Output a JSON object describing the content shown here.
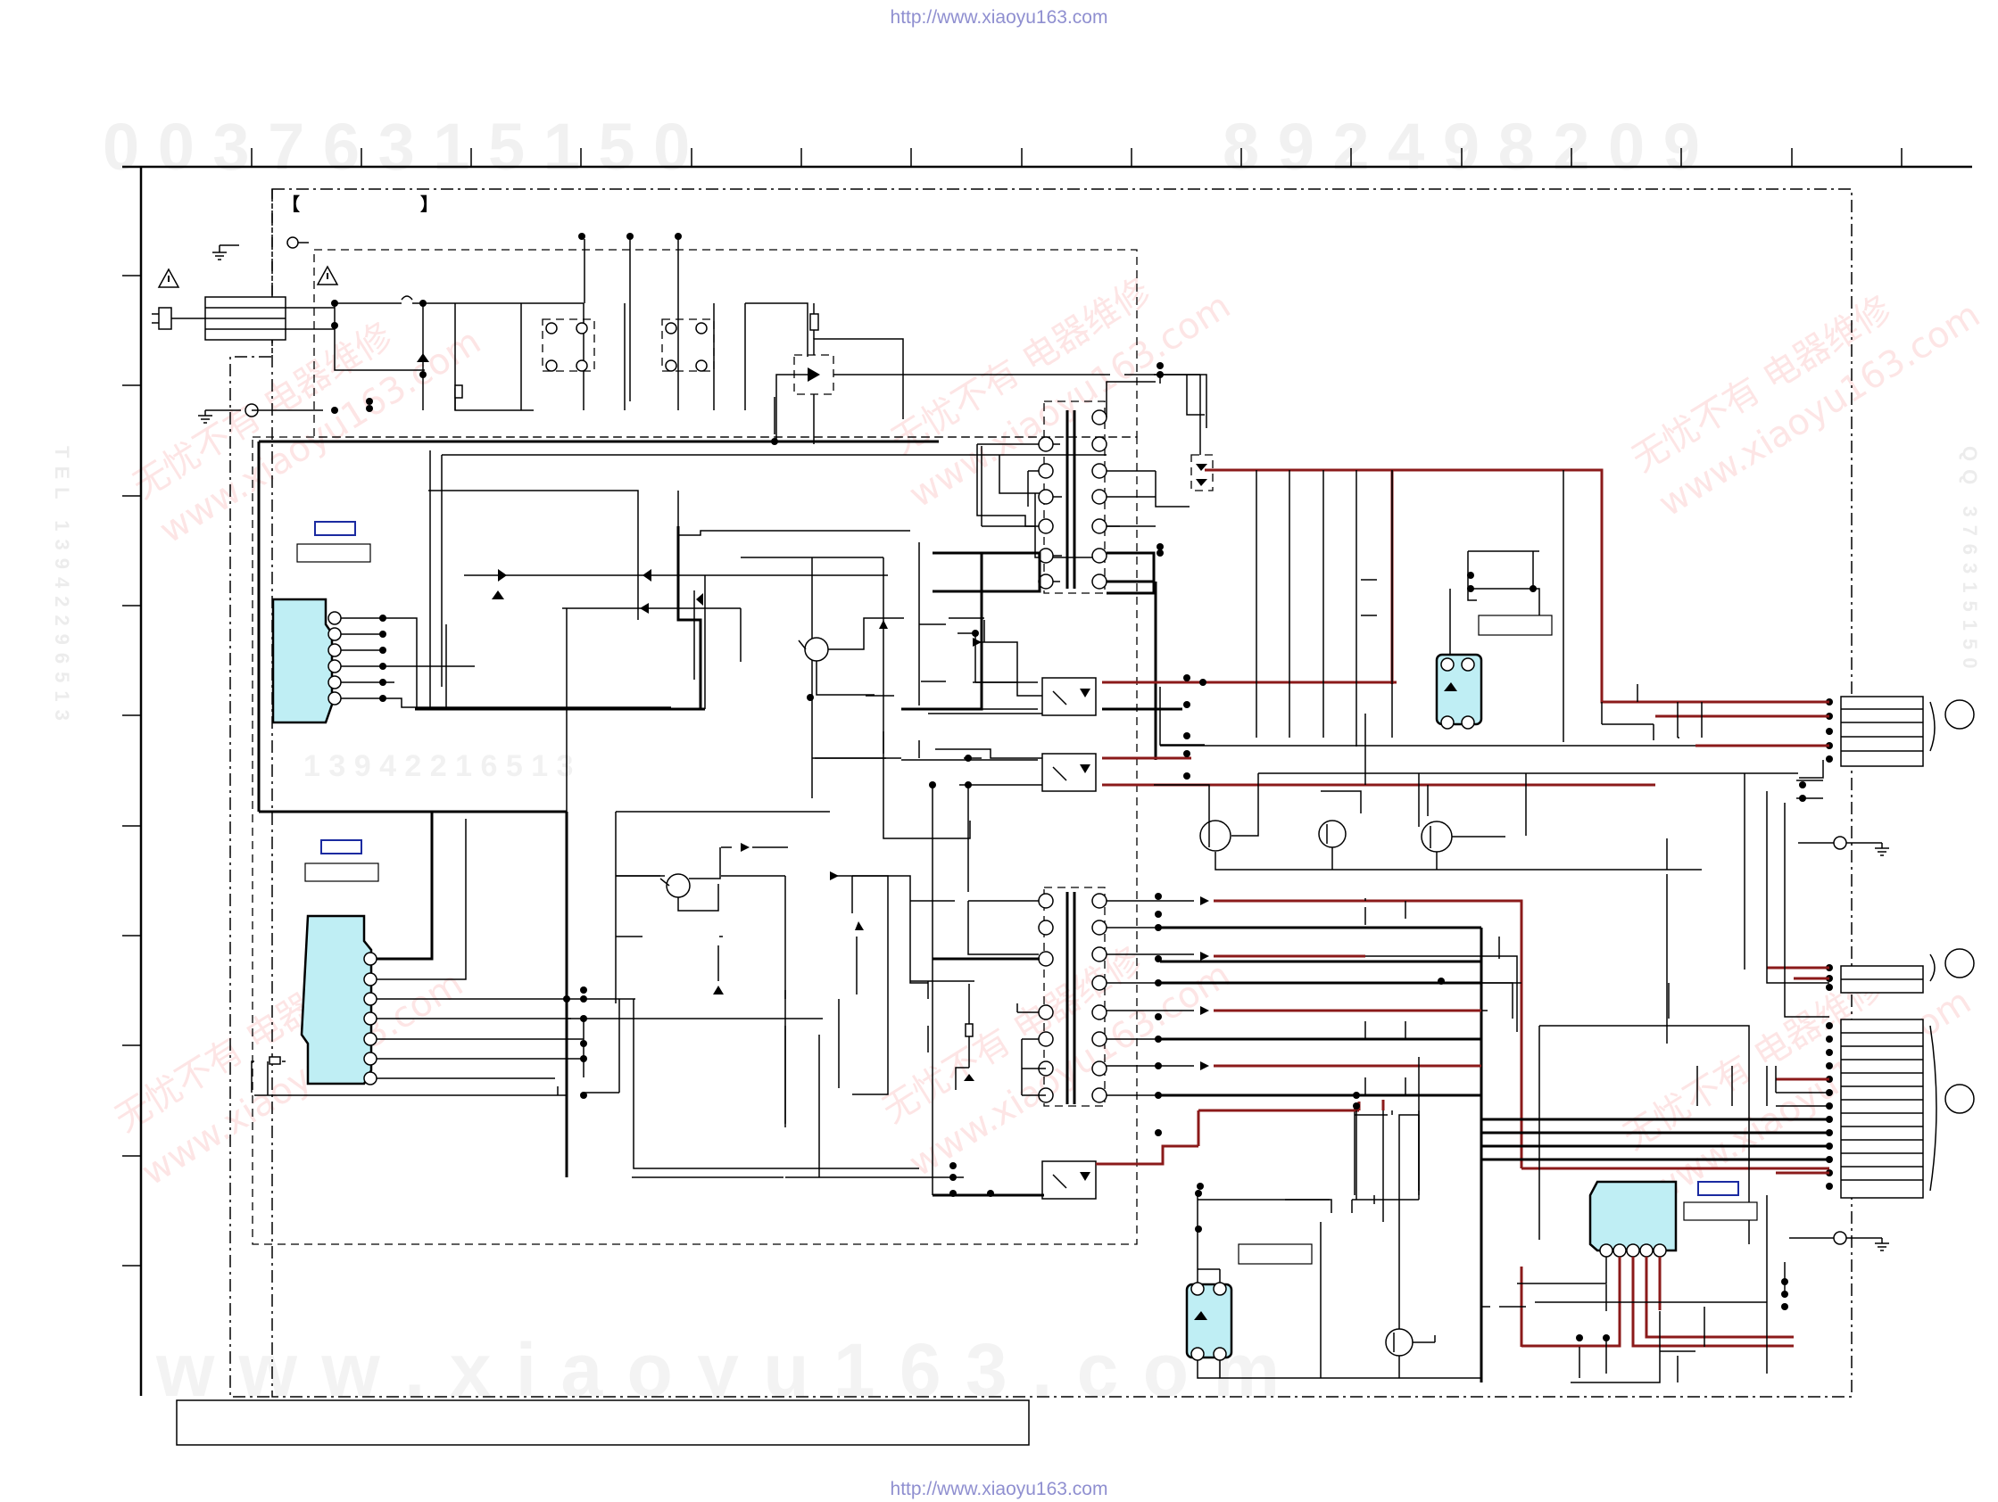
{
  "header": {
    "url_top": "http://www.xiaoyu163.com",
    "url_bottom": "http://www.xiaoyu163.com"
  },
  "watermarks": {
    "digits_left": "0 0 3 7 6 3 1 5 1 5 0",
    "digits_right": "8 9 2 4 9 8 2 0 9",
    "digits_mid": "1 3 9 4 2 2 1 6 5 1 3",
    "site_bottom": "w w w . x i a o y u 1 6 3 . c o m",
    "diag_cn": "无忧不有  电器维修",
    "diag_site": "www.xiaoyu163.com",
    "side_left": "TEL 13942296513",
    "side_right": "QQ 376315150"
  },
  "title_bracket": {
    "open": "【",
    "close": "】"
  },
  "icons": {
    "warning": "warning-triangle-icon",
    "ground": "ground-symbol-icon",
    "plug": "ac-plug-icon"
  },
  "colors": {
    "wire": "#000000",
    "highlight_trace": "#8b1a1a",
    "ic_fill": "#bfeef4",
    "label_blue": "#1a2aa0",
    "url": "#8f8fd0"
  }
}
